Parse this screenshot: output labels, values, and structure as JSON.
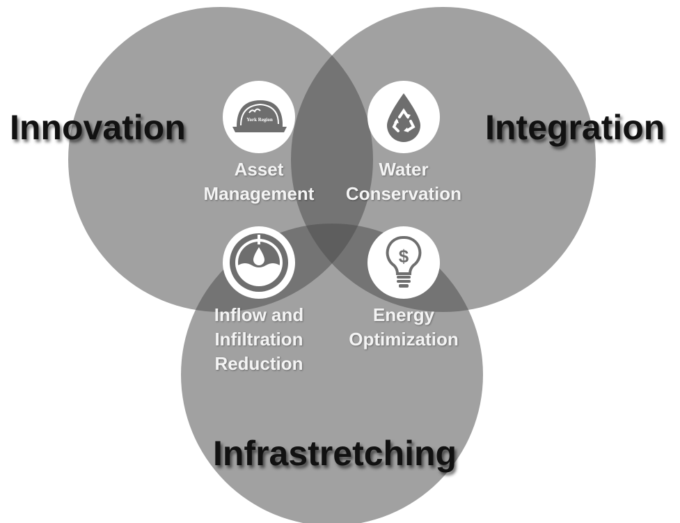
{
  "circles": {
    "innovation": "Innovation",
    "integration": "Integration",
    "infrastretching": "Infrastretching"
  },
  "items": {
    "asset_management": {
      "line1": "Asset",
      "line2": "Management",
      "icon": "hard-hat-icon",
      "logo_text": "York Region"
    },
    "water_conservation": {
      "line1": "Water",
      "line2": "Conservation",
      "icon": "water-drop-recycle-icon"
    },
    "inflow_infiltration": {
      "line1": "Inflow and",
      "line2": "Infiltration",
      "line3": "Reduction",
      "icon": "water-level-drop-icon"
    },
    "energy_optimization": {
      "line1": "Energy",
      "line2": "Optimization",
      "icon": "dollar-lightbulb-icon"
    }
  },
  "colors": {
    "circle_fill": "#4a4a4a",
    "badge": "#ffffff",
    "caption": "#f4f4f4",
    "title": "#111111"
  }
}
